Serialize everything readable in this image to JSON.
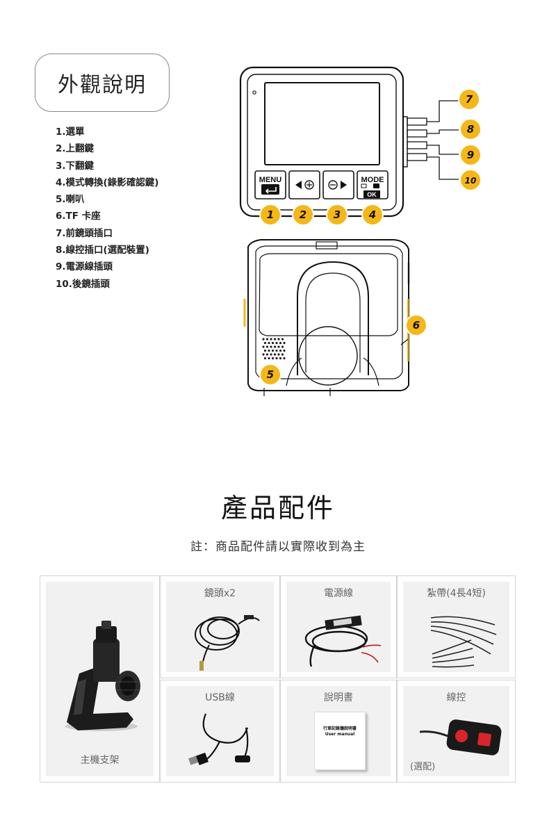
{
  "overview": {
    "title": "外觀說明",
    "features": [
      "1.選單",
      "2.上翻鍵",
      "3.下翻鍵",
      "4.模式轉換(錄影確認鍵)",
      "5.喇叭",
      "6.TF 卡座",
      "7.前鏡頭插口",
      "8.線控插口(選配裝置)",
      "9.電源線插頭",
      "10.後鏡插頭"
    ],
    "diagram": {
      "menu_label": "MENU",
      "mode_label": "MODE",
      "ok_label": "OK",
      "markers": [
        "1",
        "2",
        "3",
        "4",
        "5",
        "6",
        "7",
        "8",
        "9",
        "10"
      ],
      "marker_color": "#F5B718"
    }
  },
  "accessories": {
    "title": "產品配件",
    "note": "註：商品配件請以實際收到為主",
    "items": [
      {
        "label": "主機支架"
      },
      {
        "label": "鏡頭x2"
      },
      {
        "label": "電源線"
      },
      {
        "label": "紮帶(4長4短)"
      },
      {
        "label": "USB線"
      },
      {
        "label": "說明書"
      },
      {
        "label": "線控",
        "note": "(選配)"
      }
    ],
    "manual_cover": {
      "line1": "行車記錄儀說明書",
      "line2": "User manual"
    }
  }
}
